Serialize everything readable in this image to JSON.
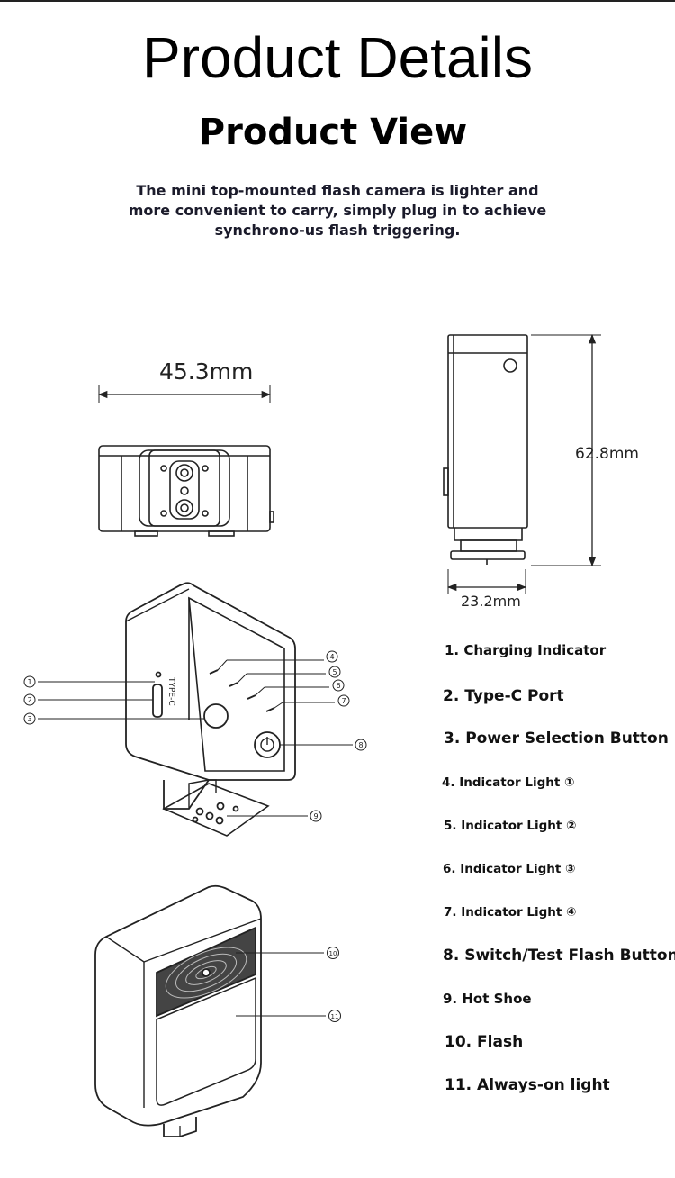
{
  "header": {
    "title": "Product Details",
    "subtitle": "Product View",
    "intro": "The mini top-mounted flash camera is lighter and more convenient to carry, simply plug in to achieve synchrono-us flash triggering."
  },
  "dimensions": {
    "width": "45.3mm",
    "height": "62.8mm",
    "depth": "23.2mm"
  },
  "device_text": {
    "port_label": "TYPE-C"
  },
  "callouts": [
    "1",
    "2",
    "3",
    "4",
    "5",
    "6",
    "7",
    "8",
    "9",
    "10",
    "11"
  ],
  "legend": [
    {
      "label": "1. Charging Indicator"
    },
    {
      "label": "2. Type-C Port"
    },
    {
      "label": "3. Power Selection Button"
    },
    {
      "label": "4. Indicator Light ①"
    },
    {
      "label": "5. Indicator Light ②"
    },
    {
      "label": "6. Indicator Light ③"
    },
    {
      "label": "7. Indicator Light ④"
    },
    {
      "label": "8. Switch/Test Flash Button"
    },
    {
      "label": "9. Hot Shoe"
    },
    {
      "label": "10. Flash"
    },
    {
      "label": "11. Always-on light"
    }
  ]
}
